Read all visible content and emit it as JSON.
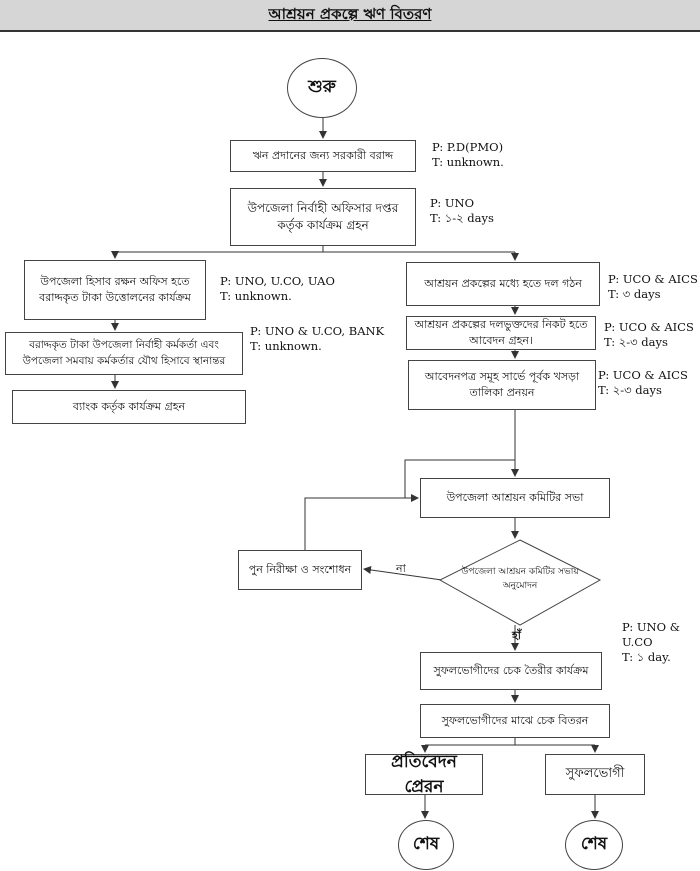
{
  "title": "আশ্রয়ন প্রকল্পে ঋণ বিতরণ",
  "start": "শুরু",
  "steps": {
    "s1": "ঋন প্রদানের জন্য সরকারী বরাদ্দ",
    "s2": "উপজেলা নির্বাহী অফিসার দপ্তর কর্তৃক কার্যক্রম গ্রহন",
    "l1": "উপজেলা হিসাব রক্ষন অফিস হতে বরাদ্দকৃত টাকা উত্তোলনের কার্যক্রম",
    "l2": "বরাদ্দকৃত টাকা উপজেলা নির্বাহী কর্মকর্তা এবং উপজেলা সমবায় কর্মকর্তার যৌথ হিসাবে স্থানান্তর",
    "l3": "ব্যাংক কর্তৃক কার্যক্রম গ্রহন",
    "r1": "আশ্রয়ন প্রকল্পের মধ্যে হতে দল গঠন",
    "r2": "আশ্রয়ন প্রকল্পের দলভুক্তদের নিকট হতে আবেদন গ্রহন।",
    "r3": "আবেদনপত্র সমূহ সার্ভে পূর্বক খসড়া তালিকা প্রনয়ন",
    "meeting": "উপজেলা আশ্রয়ন কমিটির সভা",
    "decision": "উপজেলা আশ্রয়ন কমিটির সভায় অনুমোদন",
    "review": "পুন নিরীক্ষা ও সংশোধন",
    "cheque_prep": "সুফলভোগীদের চেক তৈরীর কার্যক্রম",
    "cheque_dist": "সুফলভোগীদের মাঝে চেক বিতরন",
    "report": "প্রতিবেদন প্রেরন",
    "beneficiary": "সুফলভোগী"
  },
  "labels": {
    "no": "না",
    "yes": "হাঁ"
  },
  "end1": "শেষ",
  "end2": "শেষ",
  "notes": {
    "n1": "P: P.D(PMO)\nT: unknown.",
    "n2": "P: UNO\nT: ১-২ days",
    "n3": "P: UNO, U.CO, UAO\nT: unknown.",
    "n4": "P: UNO & U.CO, BANK\nT: unknown.",
    "n5": "P: UCO & AICS\nT: ৩ days",
    "n6": "P: UCO & AICS\nT: ২-৩ days",
    "n7": "P: UCO & AICS\nT: ২-৩ days",
    "n8": "P: UNO &\nU.CO\nT: ১ day."
  }
}
